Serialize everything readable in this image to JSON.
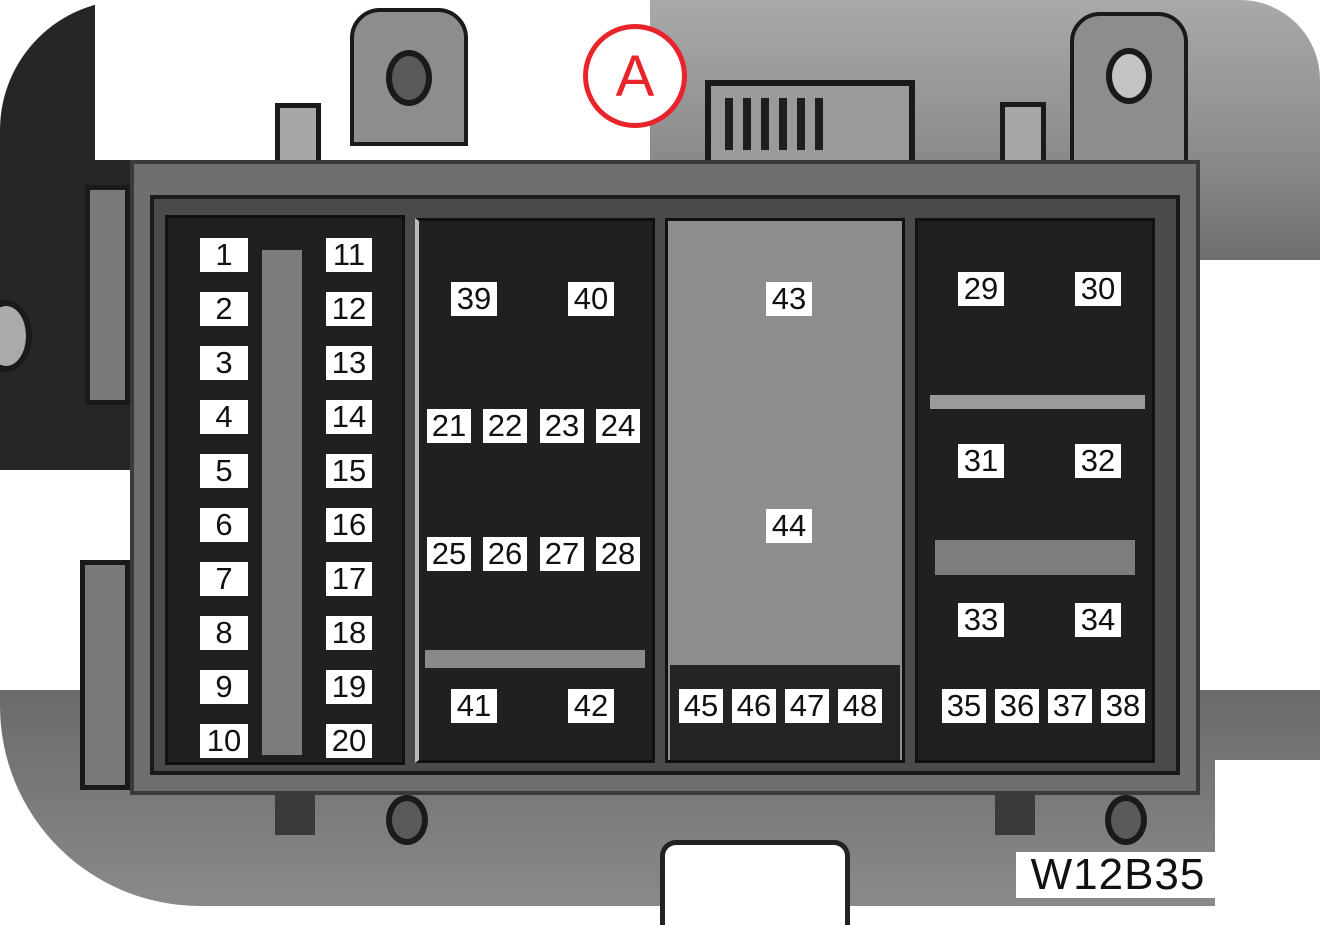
{
  "diagram": {
    "marker": {
      "label": "A",
      "color": "#e8232a"
    },
    "code": "W12B35",
    "colors": {
      "label_bg": "#ffffff",
      "label_text": "#111111",
      "housing": "#6f6f6f",
      "panel": "#202020"
    },
    "fuse_column_left": [
      "1",
      "2",
      "3",
      "4",
      "5",
      "6",
      "7",
      "8",
      "9",
      "10"
    ],
    "fuse_column_right": [
      "11",
      "12",
      "13",
      "14",
      "15",
      "16",
      "17",
      "18",
      "19",
      "20"
    ],
    "block2": {
      "top": [
        "39",
        "40"
      ],
      "row1": [
        "21",
        "22",
        "23",
        "24"
      ],
      "row2": [
        "25",
        "26",
        "27",
        "28"
      ],
      "bottom": [
        "41",
        "42"
      ]
    },
    "block3": {
      "relays": [
        "43",
        "44"
      ],
      "bottom": [
        "45",
        "46",
        "47",
        "48"
      ]
    },
    "block4": {
      "row1": [
        "29",
        "30"
      ],
      "row2": [
        "31",
        "32"
      ],
      "row3": [
        "33",
        "34"
      ],
      "bottom": [
        "35",
        "36",
        "37",
        "38"
      ]
    }
  }
}
